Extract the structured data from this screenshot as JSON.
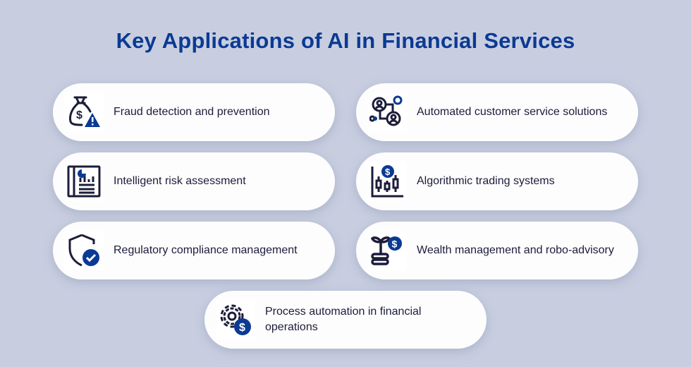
{
  "title": "Key Applications of AI in Financial Services",
  "accent_color": "#0b3a94",
  "items": [
    {
      "label": "Fraud detection and prevention",
      "icon": "money-bag-warning-icon"
    },
    {
      "label": "Automated customer service solutions",
      "icon": "customer-network-icon"
    },
    {
      "label": "Intelligent risk assessment",
      "icon": "risk-report-icon"
    },
    {
      "label": "Algorithmic trading systems",
      "icon": "candlestick-chart-icon"
    },
    {
      "label": "Regulatory compliance management",
      "icon": "shield-check-icon"
    },
    {
      "label": "Wealth management and robo-advisory",
      "icon": "plant-coins-icon"
    },
    {
      "label": "Process automation in financial operations",
      "icon": "gear-dollar-icon"
    }
  ]
}
